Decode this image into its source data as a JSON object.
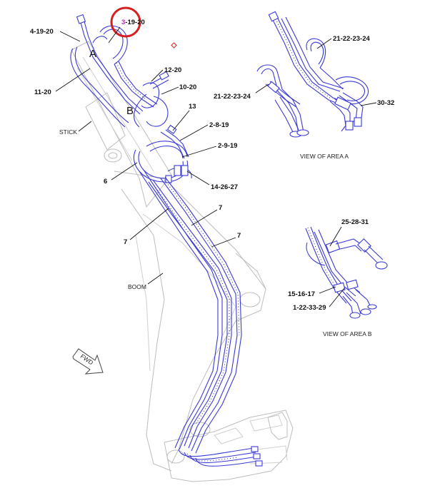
{
  "callouts": {
    "highlight": "3-19-20",
    "hi_a": "3",
    "hi_b": "-19-20",
    "l_4_19_20": "4-19-20",
    "l_11_20": "11-20",
    "l_12_20": "12-20",
    "l_10_20": "10-20",
    "l_13": "13",
    "l_2_8_19": "2-8-19",
    "l_2_9_19": "2-9-19",
    "l_14_26_27": "14-26-27",
    "l_6": "6",
    "l_7a": "7",
    "l_7b": "7",
    "l_7c": "7",
    "l_21a": "21-22-23-24",
    "l_21b": "21-22-23-24",
    "l_30_32": "30-32",
    "l_25_28_31": "25-28-31",
    "l_15_16_17": "15-16-17",
    "l_1_22_33_29": "1-22-33-29"
  },
  "area_markers": {
    "a": "A",
    "b": "B"
  },
  "captions": {
    "stick": "STICK",
    "boom": "BOOM",
    "fwd": "FWD",
    "view_a": "VIEW OF AREA A",
    "view_b": "VIEW OF AREA B"
  },
  "colors": {
    "hose": "#3a3ad8",
    "structure": "#bdbdbd",
    "highlight_circle": "#d42020",
    "highlight_text": "#c81ec8"
  }
}
